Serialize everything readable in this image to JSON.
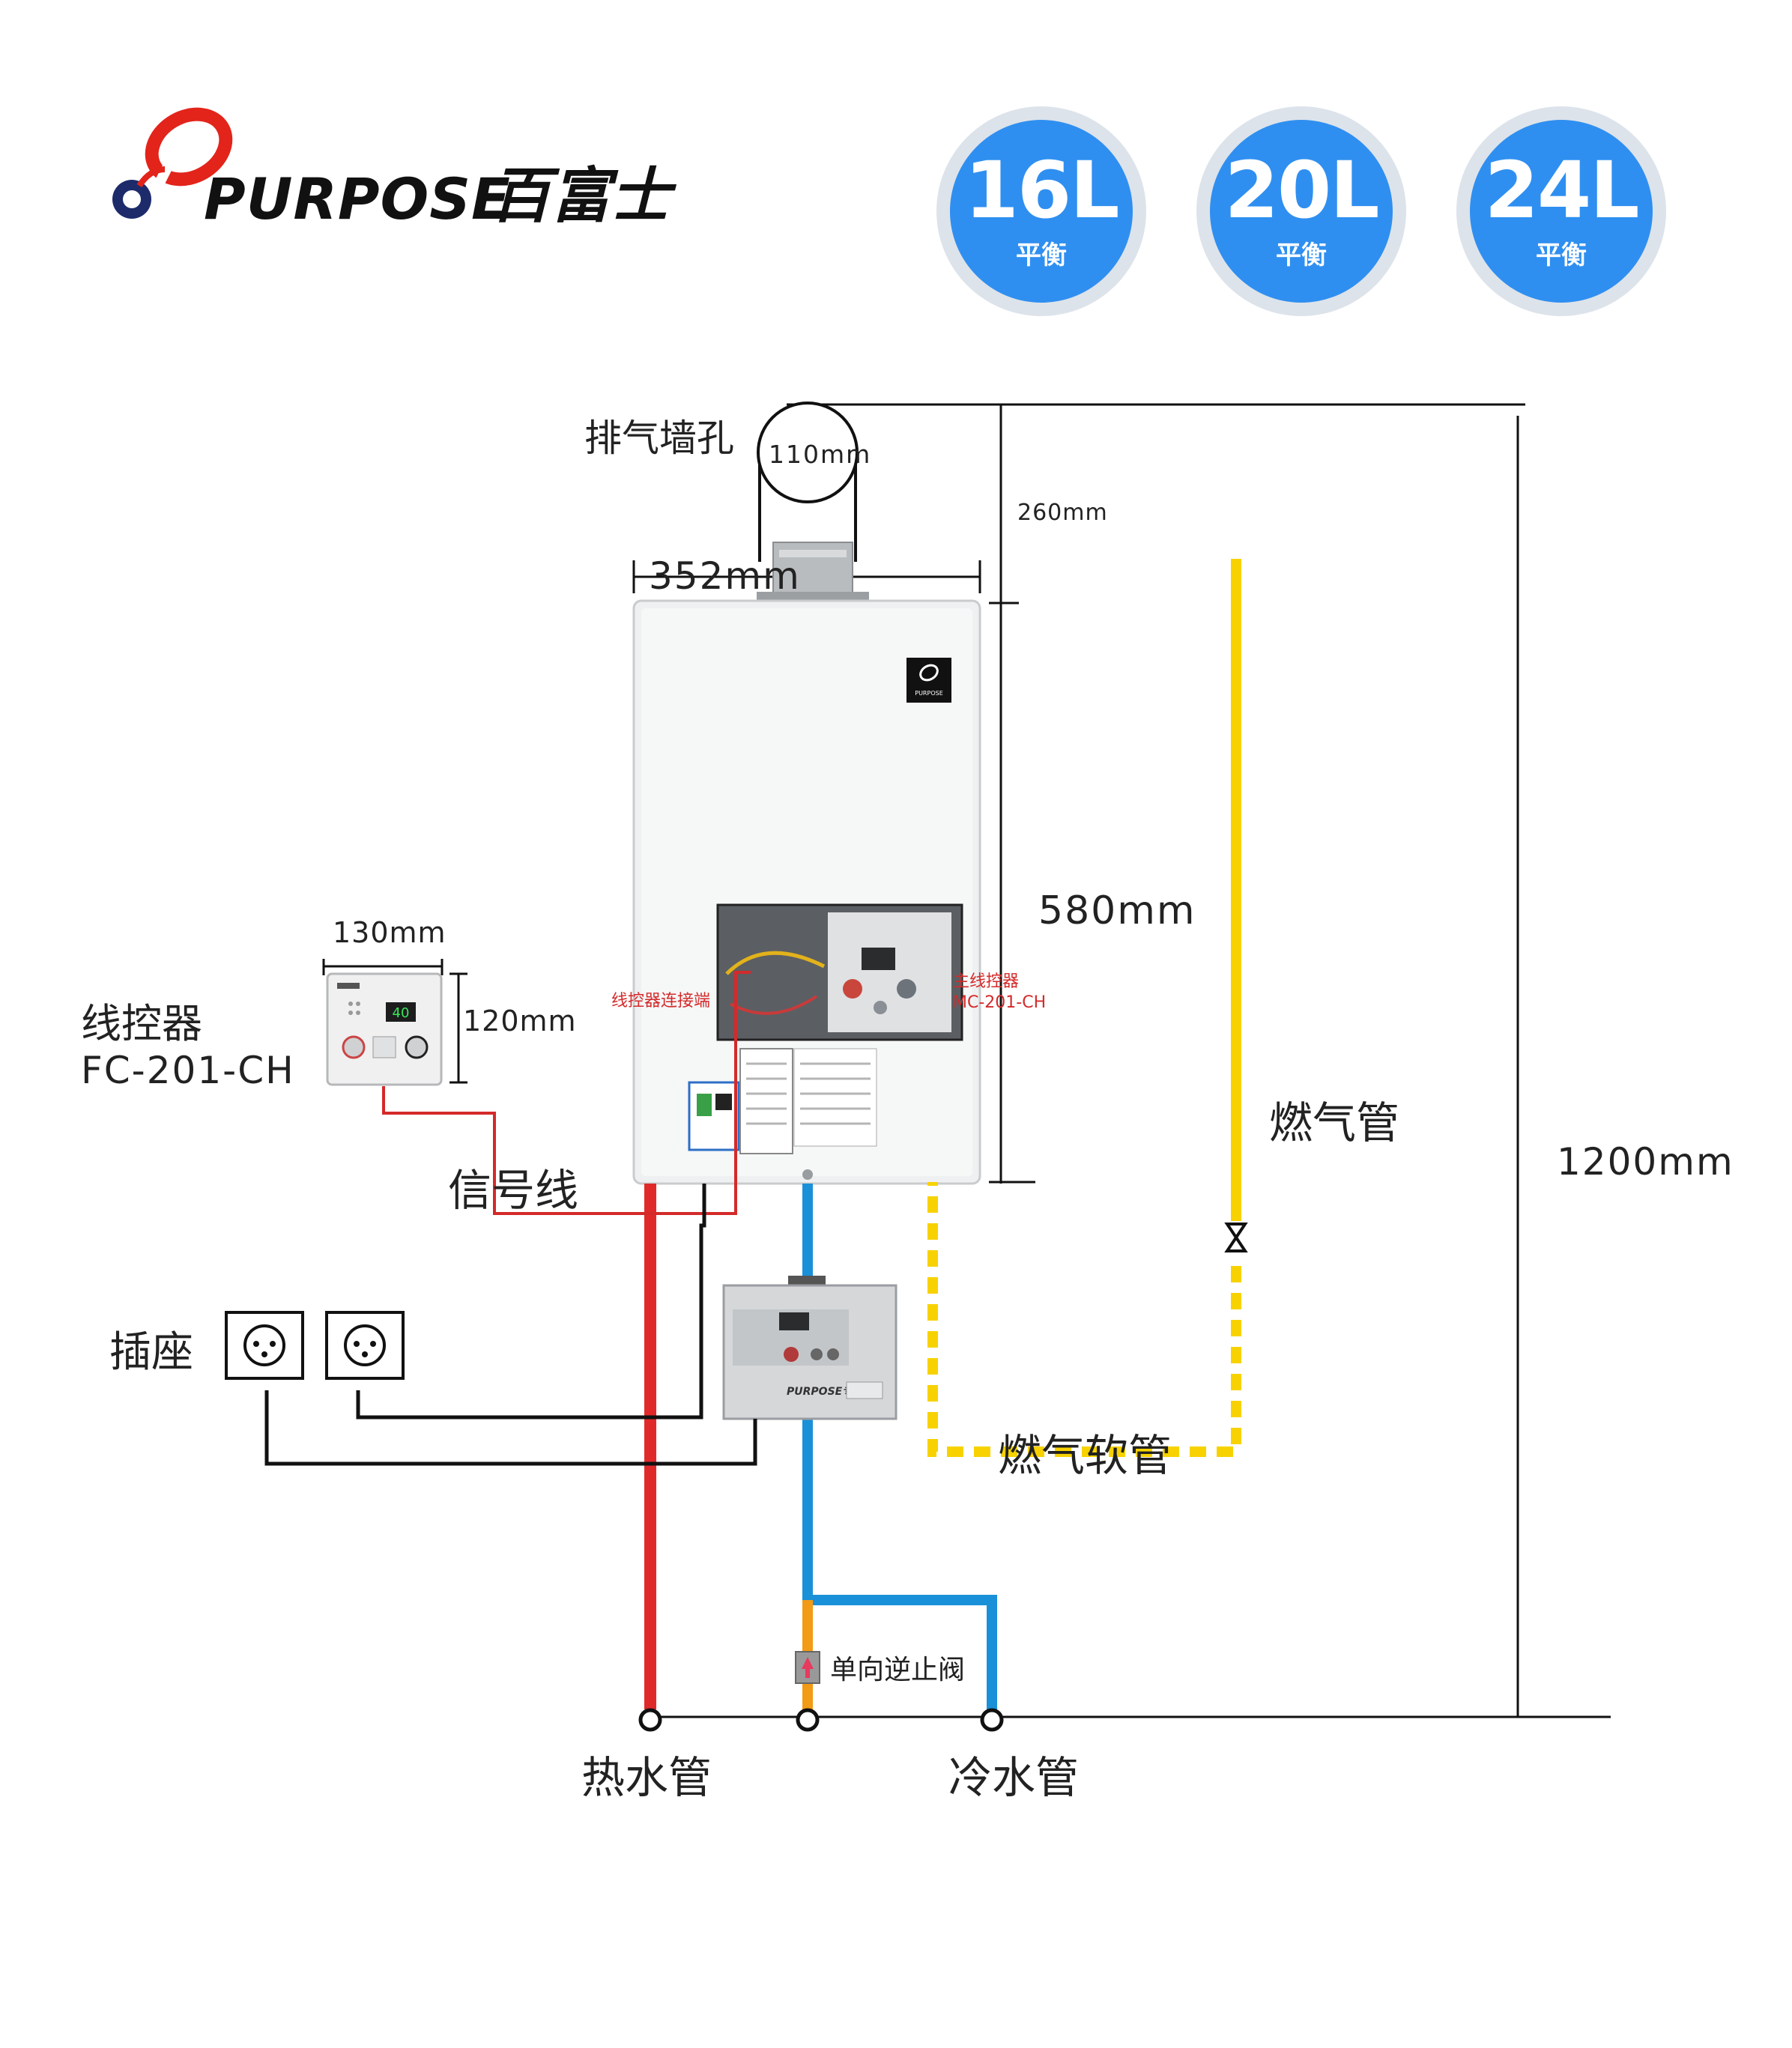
{
  "brand": {
    "name_en": "PURPOSE",
    "name_cn": "百富士",
    "product_badge": "PURPOSE",
    "booster_brand": "PURPOSE专用"
  },
  "capacities": [
    {
      "capacity": "16L",
      "type": "平衡"
    },
    {
      "capacity": "20L",
      "type": "平衡"
    },
    {
      "capacity": "24L",
      "type": "平衡"
    }
  ],
  "labels": {
    "exhaust_hole": "排气墙孔",
    "wire_controller": "线控器",
    "wire_controller_model": "FC-201-CH",
    "signal_wire": "信号线",
    "socket": "插座",
    "gas_pipe": "燃气管",
    "gas_hose": "燃气软管",
    "hot_water_pipe": "热水管",
    "cold_water_pipe": "冷水管",
    "check_valve": "单向逆止阀",
    "controller_port": "线控器连接端",
    "main_controller": "主线控器",
    "main_controller_model": "MC-201-CH"
  },
  "dimensions": {
    "flue_diameter": "110mm",
    "top_clearance": "260mm",
    "unit_width": "352mm",
    "unit_height": "580mm",
    "controller_width": "130mm",
    "controller_height": "120mm",
    "total_height": "1200mm"
  },
  "controller_display": "40",
  "colors": {
    "badge_blue": "#2f8ff0",
    "hot_pipe": "#e02a2a",
    "cold_pipe": "#1a90d8",
    "gas_pipe": "#f7d200",
    "check_valve_pipe": "#f29b16",
    "signal_wire": "#d42a2a",
    "logo_red": "#e3241b",
    "logo_navy": "#1d2b6b"
  }
}
